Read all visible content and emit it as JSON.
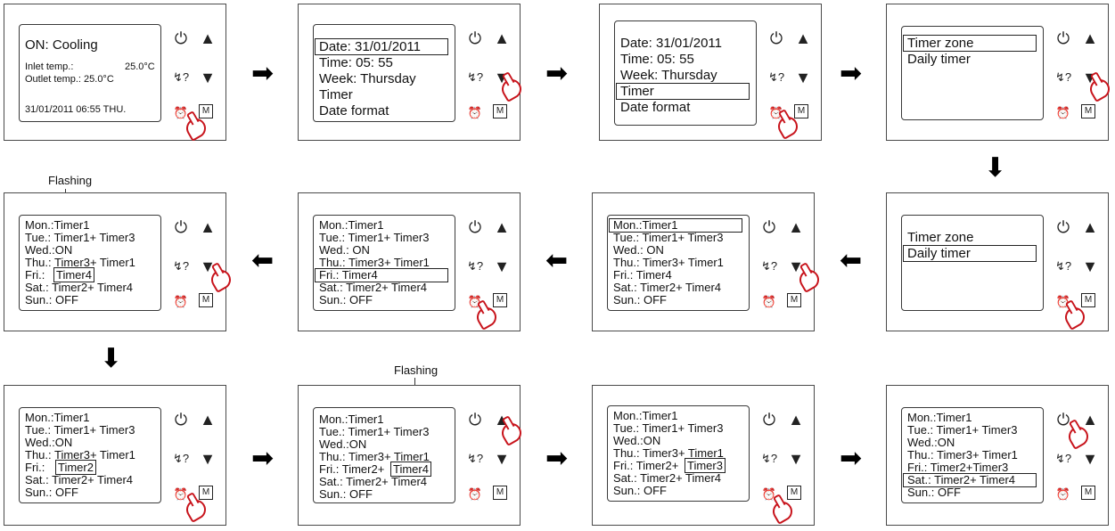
{
  "flashing_label": "Flashing",
  "panels": [
    {
      "lines": [
        "ON: Cooling",
        "Inlet temp.:",
        "25.0°C",
        "Outlet temp.: 25.0°C",
        "31/01/2011 06:55 THU."
      ]
    },
    {
      "lines": [
        "Date:   31/01/2011",
        "Time:          05: 55",
        "Week:       Thursday",
        "Timer",
        "Date format"
      ]
    },
    {
      "lines": [
        "Date:   31/01/2011",
        "Time:          05: 55",
        "Week:       Thursday",
        "Timer",
        "Date format"
      ]
    },
    {
      "lines": [
        "Timer zone",
        "Daily timer"
      ]
    },
    {
      "lines": [
        "Timer zone",
        "Daily timer"
      ]
    },
    {
      "lines": [
        "Mon.:Timer1",
        "Tue.:  Timer1+ Timer3",
        "Wed.:  ON",
        "Thu.:   Timer3+ Timer1",
        "Fri.:    Timer4",
        "Sat.:   Timer2+ Timer4",
        "Sun.:   OFF"
      ]
    },
    {
      "lines": [
        "Mon.:Timer1",
        "Tue.:  Timer1+ Timer3",
        "Wed.: ON",
        "Thu.:  Timer3+ Timer1",
        "Fri.:   Timer4",
        "Sat.:  Timer2+ Timer4",
        "Sun.:  OFF"
      ]
    },
    {
      "lines": [
        "Mon.:Timer1",
        "Tue.: Timer1+ Timer3",
        "Wed.:ON",
        "Thu.: Timer3+ Timer1",
        "Fri.:",
        "Timer4",
        "Sat.:  Timer2+ Timer4",
        "Sun.: OFF"
      ]
    },
    {
      "lines": [
        "Mon.:Timer1",
        "Tue.: Timer1+ Timer3",
        "Wed.:ON",
        "Thu.: Timer3+ Timer1",
        "Fri.:",
        "Timer2",
        "Sat.:  Timer2+ Timer4",
        "Sun.: OFF"
      ]
    },
    {
      "lines": [
        "Mon.:Timer1",
        "Tue.: Timer1+ Timer3",
        "Wed.:ON",
        "Thu.: Timer3+ Timer1",
        "Fri.:  Timer2+",
        "Timer4",
        "Sat.: Timer2+ Timer4",
        "Sun.: OFF"
      ]
    },
    {
      "lines": [
        "Mon.:Timer1",
        "Tue.: Timer1+ Timer3",
        "Wed.:ON",
        "Thu.: Timer3+ Timer1",
        "Fri.:  Timer2+",
        "Timer3",
        "Sat.: Timer2+ Timer4",
        "Sun.: OFF"
      ]
    },
    {
      "lines": [
        "Mon.:Timer1",
        "Tue.: Timer1+ Timer3",
        "Wed.:ON",
        "Thu.: Timer3+ Timer1",
        "Fri.:  Timer2+Timer3",
        "Sat.: Timer2+ Timer4",
        "Sun.: OFF"
      ]
    }
  ],
  "controls": {
    "power": "⏻",
    "up": "▲",
    "down": "▼",
    "query": "↯?",
    "clock": "⏰",
    "mode": "M"
  },
  "arrows": {
    "right": "➡",
    "left": "⬅",
    "down": "⬇"
  }
}
